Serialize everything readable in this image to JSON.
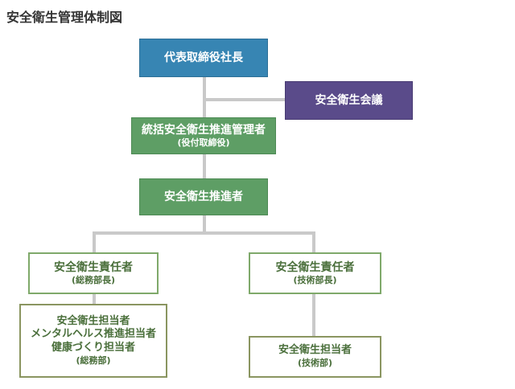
{
  "title": "安全衛生管理体制図",
  "nodes": {
    "president": "代表取締役社長",
    "committee": "安全衛生会議",
    "general_manager": {
      "label": "統括安全衛生推進管理者",
      "sub": "(役付取締役)"
    },
    "promoter": "安全衛生推進者",
    "resp_general": {
      "label": "安全衛生責任者",
      "sub": "(総務部長)"
    },
    "resp_tech": {
      "label": "安全衛生責任者",
      "sub": "(技術部長)"
    },
    "staff_general": {
      "line1": "安全衛生担当者",
      "line2": "メンタルヘルス推進担当者",
      "line3": "健康づくり担当者",
      "sub": "(総務部)"
    },
    "staff_tech": {
      "label": "安全衛生担当者",
      "sub": "(技術部)"
    }
  },
  "colors": {
    "blue": "#3785b3",
    "purple": "#5a4b8a",
    "green": "#5e9e65",
    "outline_green": "#7fa96a",
    "connector": "#c9c9c9"
  }
}
